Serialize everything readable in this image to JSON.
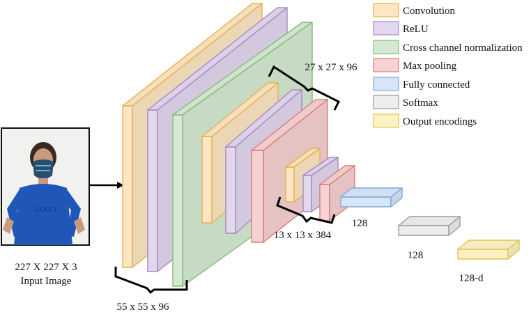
{
  "input": {
    "size_label": "227 X 227 X 3",
    "caption": "Input Image"
  },
  "dimension_labels": {
    "conv1_output": "55 x 55 x 96",
    "pool1_output": "27 x 27 x 96",
    "pool2_output": "13 x 13 x 384",
    "fc1": "128",
    "fc2": "128",
    "output": "128-d"
  },
  "legend": [
    {
      "label": "Convolution",
      "fill": "#fde6c4",
      "stroke": "#e8b14a"
    },
    {
      "label": "ReLU",
      "fill": "#e3d7ee",
      "stroke": "#a48ac4"
    },
    {
      "label": "Cross channel normalization",
      "fill": "#d6ead3",
      "stroke": "#84bb7a"
    },
    {
      "label": "Max pooling",
      "fill": "#f6d2d2",
      "stroke": "#db7b7b"
    },
    {
      "label": "Fully connected",
      "fill": "#d7e6f7",
      "stroke": "#7fa8da"
    },
    {
      "label": "Softmax",
      "fill": "#eeeeee",
      "stroke": "#9a9a9a"
    },
    {
      "label": "Output encodings",
      "fill": "#fdf2c4",
      "stroke": "#e2c457"
    }
  ],
  "colors": {
    "convolution": {
      "fill": "#fde6c4",
      "stroke": "#e8b14a"
    },
    "relu": {
      "fill": "#e3d7ee",
      "stroke": "#a48ac4"
    },
    "normalization": {
      "fill": "#d6ead3",
      "stroke": "#84bb7a"
    },
    "max_pooling": {
      "fill": "#f6d2d2",
      "stroke": "#db7b7b"
    },
    "fully_connected": {
      "fill": "#d7e6f7",
      "stroke": "#7fa8da"
    },
    "softmax": {
      "fill": "#eeeeee",
      "stroke": "#9a9a9a"
    },
    "output": {
      "fill": "#fdf2c4",
      "stroke": "#e2c457"
    }
  }
}
